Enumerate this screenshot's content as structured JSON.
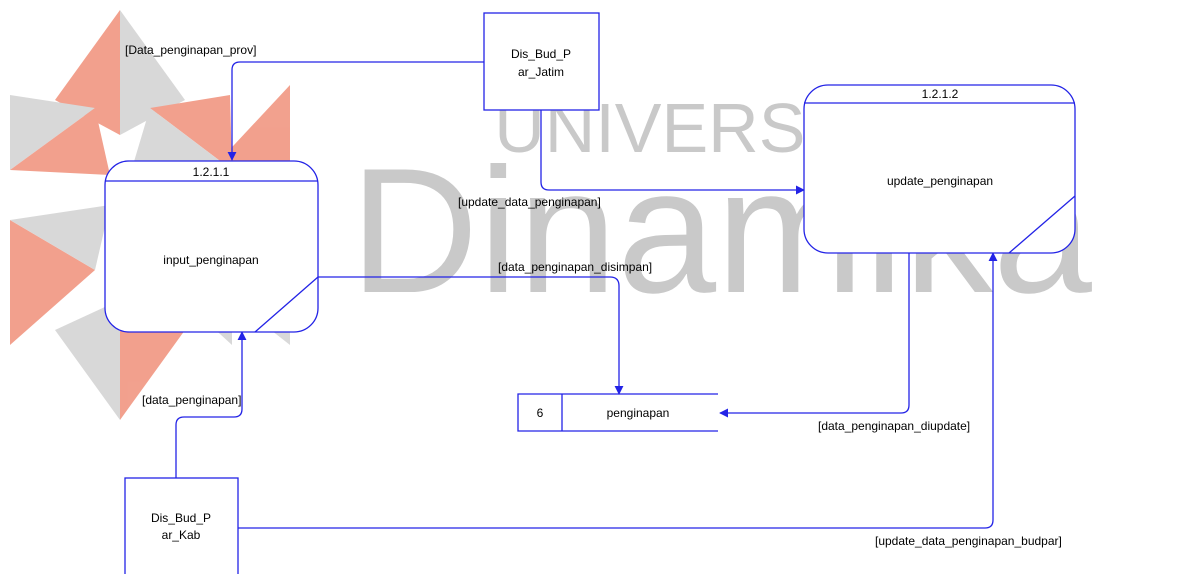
{
  "watermark": {
    "line1": "UNIVERSITAS",
    "line2": "Dinamika"
  },
  "colors": {
    "diagram_stroke": "#2323e6",
    "watermark_gray": "#c9c9c9",
    "logo_orange": "#f0907a",
    "logo_gray": "#d2d2d2"
  },
  "processes": {
    "p1": {
      "id": "1.2.1.1",
      "name": "input_penginapan"
    },
    "p2": {
      "id": "1.2.1.2",
      "name": "update_penginapan"
    }
  },
  "entities": {
    "e1": {
      "line1": "Dis_Bud_P",
      "line2": "ar_Jatim"
    },
    "e2": {
      "line1": "Dis_Bud_P",
      "line2": "ar_Kab"
    }
  },
  "datastore": {
    "number": "6",
    "name": "penginapan"
  },
  "flows": {
    "data_penginapan_prov": "[Data_penginapan_prov]",
    "update_data_penginapan": "[update_data_penginapan]",
    "data_penginapan_disimpan": "[data_penginapan_disimpan]",
    "data_penginapan": "[data_penginapan]",
    "data_penginapan_diupdate": "[data_penginapan_diupdate]",
    "update_data_penginapan_budpar": "[update_data_penginapan_budpar]"
  }
}
